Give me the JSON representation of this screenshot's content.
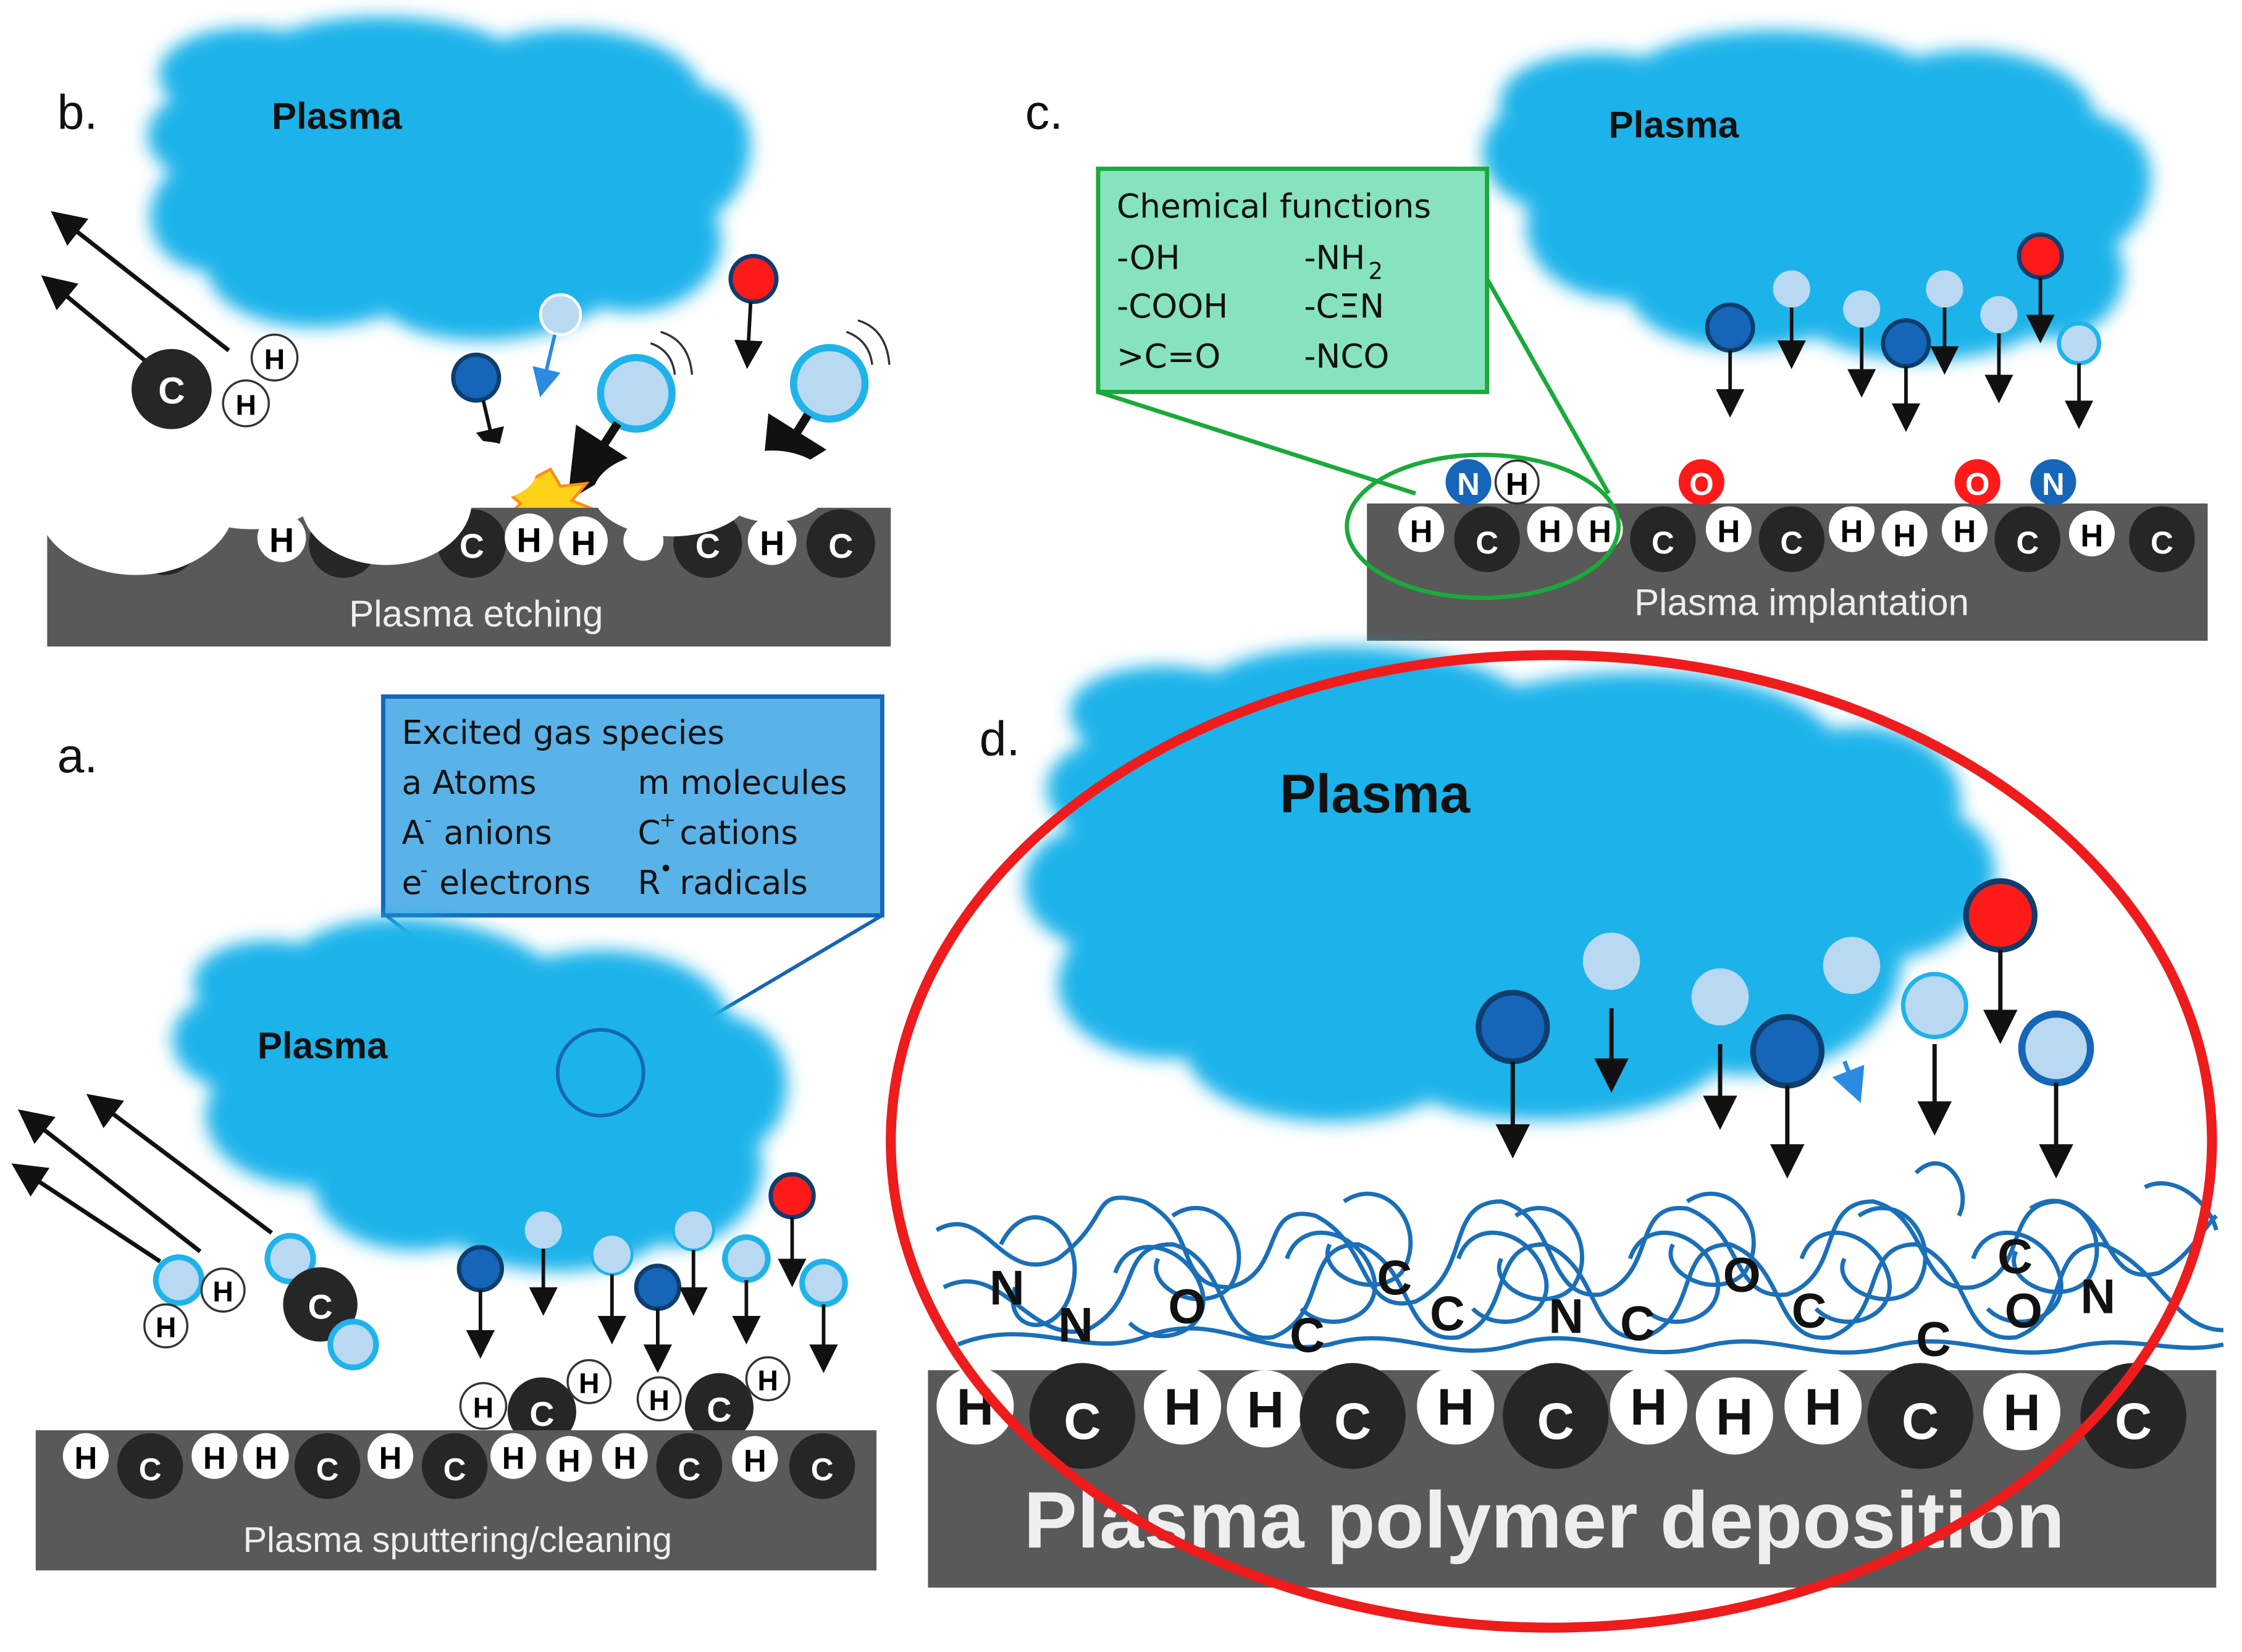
{
  "panels": {
    "b": {
      "letter": "b.",
      "plasma": "Plasma",
      "caption": "Plasma etching"
    },
    "c": {
      "letter": "c.",
      "plasma": "Plasma",
      "caption": "Plasma implantation",
      "box_title": "Chemical functions",
      "functions_left": [
        "-OH",
        "-COOH",
        ">C=O"
      ],
      "functions_right": [
        "-NH",
        "-CΞN",
        "-NCO"
      ],
      "nh2_subscript": "2"
    },
    "a": {
      "letter": "a.",
      "plasma": "Plasma",
      "caption": "Plasma sputtering/cleaning",
      "box_title": "Excited gas species",
      "species_left": [
        "a  Atoms",
        "A",
        "e"
      ],
      "species_left_rest": [
        "",
        " anions",
        " electrons"
      ],
      "species_right": [
        "m  molecules",
        "C",
        "R"
      ],
      "species_right_rest": [
        "",
        " cations",
        " radicals"
      ],
      "sup_minus": "-",
      "sup_plus": "+",
      "sup_dot": "•"
    },
    "d": {
      "letter": "d.",
      "plasma": "Plasma",
      "caption": "Plasma polymer deposition"
    }
  },
  "atoms": {
    "H": "H",
    "C": "C",
    "N": "N",
    "O": "O"
  },
  "colors": {
    "plasma": "#1fb3ea",
    "substrate": "#595959",
    "carbon": "#262626",
    "oxygen_red": "#ff1a1a",
    "nitrogen_blue": "#1565b8",
    "light_ball": "#b9d9f2",
    "green_box": "#86e3be",
    "green_border": "#1aaa3a",
    "blue_box": "#5ab3e8",
    "blue_border": "#1565b8",
    "ellipse_red": "#ee1c1c",
    "polymer": "#1a6fb8"
  }
}
